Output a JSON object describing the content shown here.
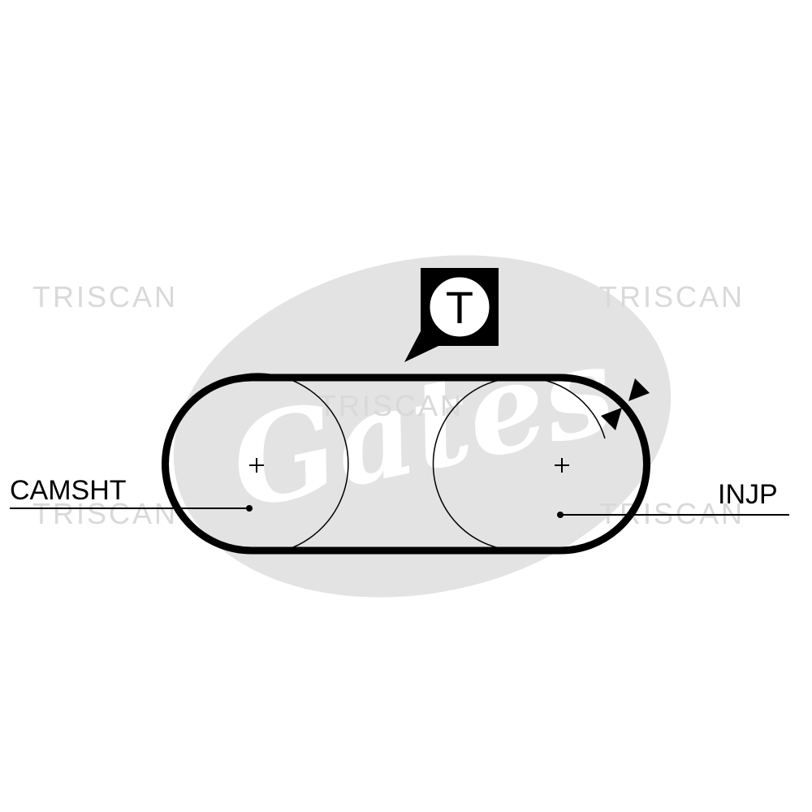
{
  "watermark": {
    "brand_text": "TRISCAN",
    "logo_text": "Gates",
    "color": "#d9d9d9",
    "logo_color": "#e3e3e3"
  },
  "diagram": {
    "left_pulley_label": "CAMSHT",
    "right_pulley_label": "INJP",
    "tensioner_label": "T",
    "belt_color": "#000000",
    "icons": [
      "tensioner-callout-icon",
      "belt-thickness-arrows-icon",
      "pulley-center-plus-icon"
    ]
  }
}
